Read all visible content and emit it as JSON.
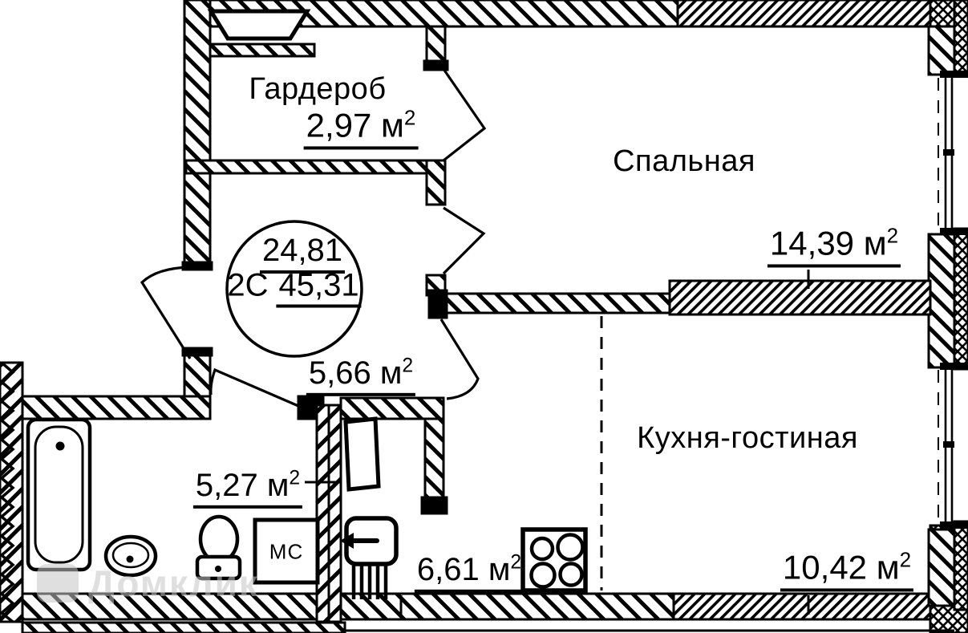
{
  "stamp": {
    "upper": "24,81",
    "type": "2С",
    "lower": "45,31"
  },
  "rooms": {
    "wardrobe": {
      "name": "Гардероб",
      "area": "2,97 м",
      "sup": "2"
    },
    "bedroom": {
      "name": "Спальная",
      "area": "14,39 м",
      "sup": "2"
    },
    "hallway": {
      "area": "5,66 м",
      "sup": "2"
    },
    "bathroom": {
      "area": "5,27 м",
      "sup": "2"
    },
    "kitchen": {
      "area": "6,61 м",
      "sup": "2"
    },
    "living": {
      "name": "Кухня-гостиная",
      "area": "10,42 м",
      "sup": "2"
    }
  },
  "appliances": {
    "washing_machine": "МС"
  },
  "watermark": {
    "brand": "Домклик"
  },
  "icons": [
    "bathtub-icon",
    "sink-icon",
    "toilet-icon",
    "washing-machine-icon",
    "refrigerator-icon",
    "radiator-icon",
    "stove-burners-icon"
  ],
  "colors": {
    "line": "#000000",
    "background": "#ffffff",
    "watermark": "#c6c6c6"
  }
}
